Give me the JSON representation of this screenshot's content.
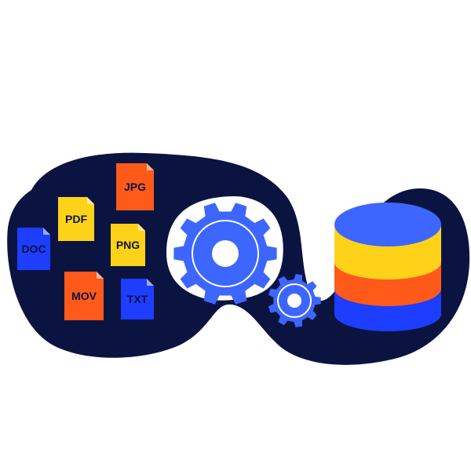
{
  "colors": {
    "background": "#ffffff",
    "blob": "#0b1440",
    "gear": "#3d66ff",
    "gear_hub": "#ffffff",
    "db_top": "#3d66ff",
    "db_yellow": "#ffd21a",
    "db_orange": "#ff5a1a",
    "db_blue": "#1d3dff"
  },
  "files": [
    {
      "label": "JPG",
      "color": "#ff5a1a",
      "text_color": "#0b1440",
      "icon": "jpg-file-icon"
    },
    {
      "label": "PDF",
      "color": "#ffd21a",
      "text_color": "#0b1440",
      "icon": "pdf-file-icon"
    },
    {
      "label": "PNG",
      "color": "#ffd21a",
      "text_color": "#0b1440",
      "icon": "png-file-icon"
    },
    {
      "label": "DOC",
      "color": "#1d3dff",
      "text_color": "#0b1440",
      "icon": "doc-file-icon"
    },
    {
      "label": "MOV",
      "color": "#ff5a1a",
      "text_color": "#0b1440",
      "icon": "mov-file-icon"
    },
    {
      "label": "TXT",
      "color": "#1d3dff",
      "text_color": "#0b1440",
      "icon": "txt-file-icon"
    }
  ],
  "icons": [
    "large-gear-icon",
    "small-gear-icon",
    "database-icon"
  ]
}
